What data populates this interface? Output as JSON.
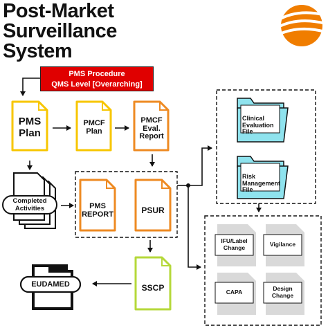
{
  "title": {
    "line1": "Post-Market",
    "line2": "Surveillance",
    "line3": "System"
  },
  "procedure": {
    "line1": "PMS Procedure",
    "line2": "QMS Level [Overarching]"
  },
  "docs": {
    "pms_plan": {
      "line1": "PMS",
      "line2": "Plan"
    },
    "pmcf_plan": {
      "line1": "PMCF",
      "line2": "Plan"
    },
    "pmcf_eval": {
      "line1": "PMCF",
      "line2": "Eval.",
      "line3": "Report"
    },
    "pms_report": {
      "line1": "PMS",
      "line2": "REPORT"
    },
    "psur": {
      "line1": "PSUR"
    },
    "sscp": {
      "line1": "SSCP"
    }
  },
  "completed": {
    "line1": "Completed",
    "line2": "Activities"
  },
  "eudamed": {
    "label": "EUDAMED"
  },
  "folders": {
    "clinical": {
      "line1": "Clinical",
      "line2": "Evaluation",
      "line3": "File"
    },
    "risk": {
      "line1": "Risk",
      "line2": "Management",
      "line3": "File"
    }
  },
  "changes": {
    "ifu": {
      "line1": "IFU/Label",
      "line2": "Change"
    },
    "vigilance": {
      "line1": "Vigilance"
    },
    "capa": {
      "line1": "CAPA"
    },
    "design": {
      "line1": "Design",
      "line2": "Change"
    }
  },
  "colors": {
    "yellow": "#f7c600",
    "orange": "#ee8a22",
    "green": "#b5d83a",
    "teal": "#8fe3ee",
    "red": "#e00000",
    "logo": "#f07d00"
  }
}
